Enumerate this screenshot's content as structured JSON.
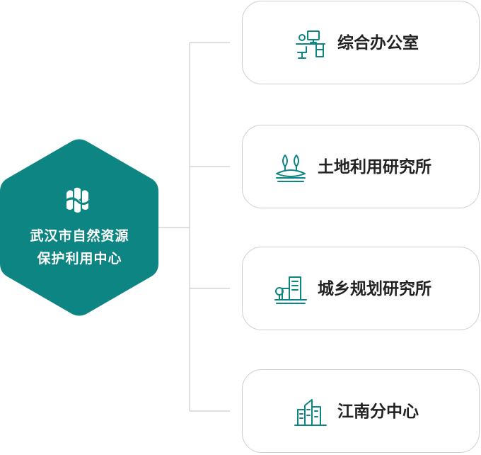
{
  "center": {
    "title_line1": "武汉市自然资源",
    "title_line2": "保护利用中心",
    "logo_icon": "center-logo-icon",
    "fill_color": "#0d8683"
  },
  "departments": [
    {
      "label": "综合办公室",
      "icon": "office-desk-icon"
    },
    {
      "label": "土地利用研究所",
      "icon": "land-use-icon"
    },
    {
      "label": "城乡规划研究所",
      "icon": "urban-planning-icon"
    },
    {
      "label": "江南分中心",
      "icon": "city-buildings-icon"
    }
  ],
  "colors": {
    "accent": "#0d8683",
    "connector": "#cccccc",
    "card_border": "#cfcfcf",
    "text": "#222222"
  }
}
